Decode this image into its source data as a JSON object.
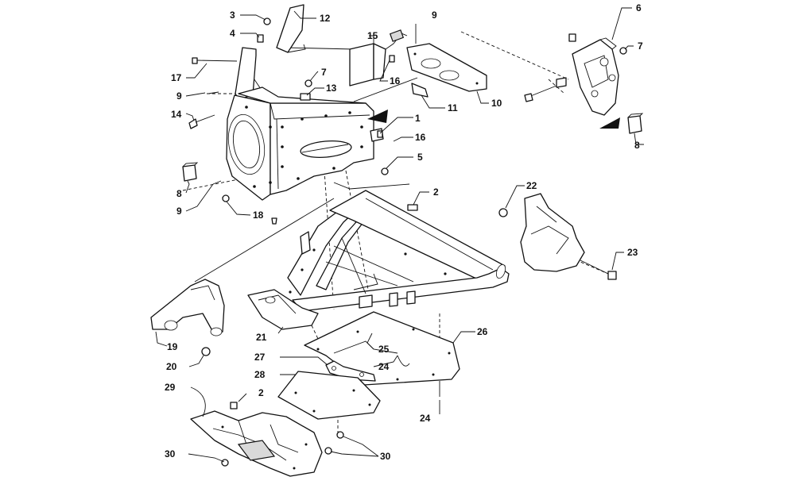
{
  "callouts": [
    {
      "id": "c1",
      "text": "1"
    },
    {
      "id": "c2a",
      "text": "2"
    },
    {
      "id": "c2b",
      "text": "2"
    },
    {
      "id": "c3",
      "text": "3"
    },
    {
      "id": "c4",
      "text": "4"
    },
    {
      "id": "c5",
      "text": "5"
    },
    {
      "id": "c6",
      "text": "6"
    },
    {
      "id": "c7a",
      "text": "7"
    },
    {
      "id": "c7b",
      "text": "7"
    },
    {
      "id": "c8a",
      "text": "8"
    },
    {
      "id": "c8b",
      "text": "8"
    },
    {
      "id": "c9a",
      "text": "9"
    },
    {
      "id": "c9b",
      "text": "9"
    },
    {
      "id": "c9c",
      "text": "9"
    },
    {
      "id": "c10",
      "text": "10"
    },
    {
      "id": "c11",
      "text": "11"
    },
    {
      "id": "c12",
      "text": "12"
    },
    {
      "id": "c13",
      "text": "13"
    },
    {
      "id": "c14",
      "text": "14"
    },
    {
      "id": "c15",
      "text": "15"
    },
    {
      "id": "c16a",
      "text": "16"
    },
    {
      "id": "c16b",
      "text": "16"
    },
    {
      "id": "c17",
      "text": "17"
    },
    {
      "id": "c18",
      "text": "18"
    },
    {
      "id": "c19",
      "text": "19"
    },
    {
      "id": "c20",
      "text": "20"
    },
    {
      "id": "c21",
      "text": "21"
    },
    {
      "id": "c22",
      "text": "22"
    },
    {
      "id": "c23",
      "text": "23"
    },
    {
      "id": "c24a",
      "text": "24"
    },
    {
      "id": "c24b",
      "text": "24"
    },
    {
      "id": "c25",
      "text": "25"
    },
    {
      "id": "c26",
      "text": "26"
    },
    {
      "id": "c27",
      "text": "27"
    },
    {
      "id": "c28",
      "text": "28"
    },
    {
      "id": "c29",
      "text": "29"
    },
    {
      "id": "c30a",
      "text": "30"
    },
    {
      "id": "c30b",
      "text": "30"
    }
  ]
}
